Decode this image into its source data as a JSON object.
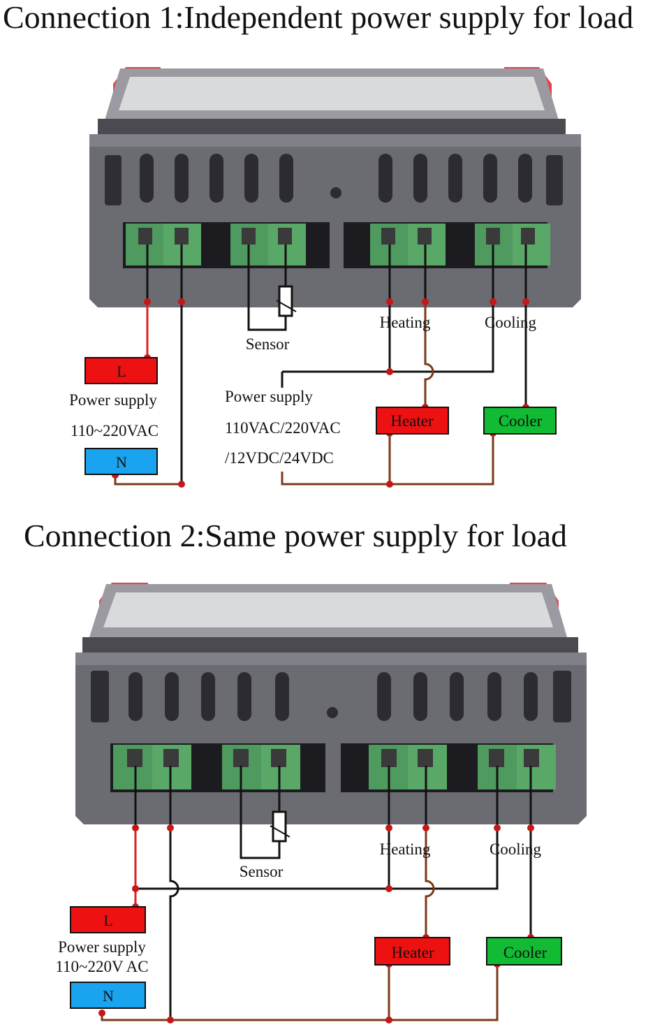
{
  "headings": {
    "connection1": "Connection 1:Independent power supply for load",
    "connection2": "Connection 2:Same power supply for load"
  },
  "diagram1": {
    "sensor": "Sensor",
    "heating": "Heating",
    "cooling": "Cooling",
    "live": "L",
    "neutral": "N",
    "power_label": "Power supply",
    "power_voltage": "110~220VAC",
    "load_power_label": "Power supply",
    "load_power_ac": "110VAC/220VAC",
    "load_power_dc": "/12VDC/24VDC",
    "heater": "Heater",
    "cooler": "Cooler"
  },
  "diagram2": {
    "sensor": "Sensor",
    "heating": "Heating",
    "cooling": "Cooling",
    "live": "L",
    "neutral": "N",
    "power_label": "Power supply",
    "power_voltage": "110~220V AC",
    "heater": "Heater",
    "cooler": "Cooler"
  },
  "colors": {
    "live_box": "#ee1111",
    "neutral_box": "#1aa3ee",
    "heater_box": "#ee1111",
    "cooler_box": "#11bb33",
    "live_wire": "#e02020",
    "load_wire": "#7a3a1a",
    "signal_wire": "#111111",
    "housing": "#6b6b72",
    "terminal_block": "#4f9a5e",
    "clip": "#e8404a"
  }
}
